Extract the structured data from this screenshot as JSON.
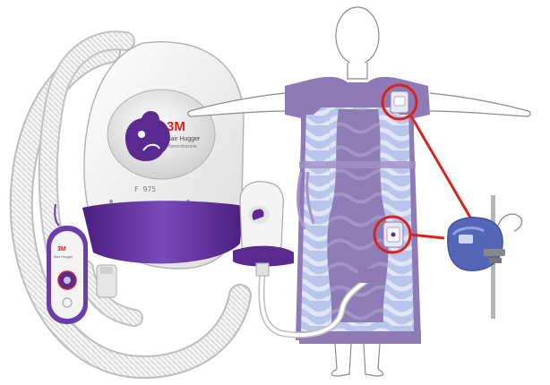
{
  "warming_unit": {
    "brand_logo": "3M",
    "product_name": "Bair Hugger",
    "product_subtitle": "Normothermia",
    "display_readout": "F 975",
    "remote_logo": "3M",
    "remote_brand": "Bair Hugger"
  },
  "colors": {
    "purple": "#5b2a91",
    "purple_light": "#9a86c4",
    "gown_purple": "#8f7ab5",
    "gown_blue": "#b8c6ea",
    "gown_wave": "#dde5f7",
    "indicator_red": "#d9231e",
    "hose_white": "#f4f4f4",
    "outline": "#8a8a8a"
  },
  "icons": [
    "bear-logo-icon",
    "pole-clamp-icon",
    "gown-port-icon"
  ]
}
